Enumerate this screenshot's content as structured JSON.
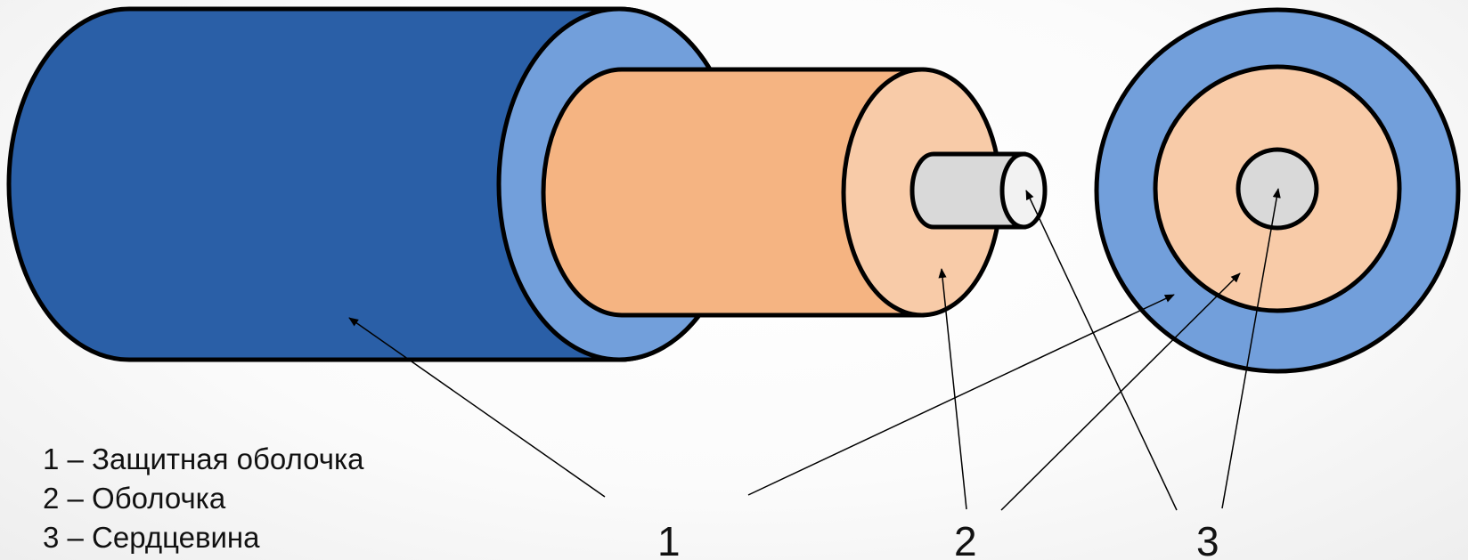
{
  "legend": [
    {
      "number": "1",
      "text": "1 – Защитная оболочка"
    },
    {
      "number": "2",
      "text": "2 – Оболочка"
    },
    {
      "number": "3",
      "text": "3 – Сердцевина"
    }
  ],
  "callouts": {
    "label_1": "1",
    "label_2": "2",
    "label_3": "3"
  },
  "colors": {
    "jacket_outer": "#2a5fa7",
    "jacket_face": "#729fdb",
    "cladding_side": "#f5b482",
    "cladding_face": "#f8cba8",
    "core_side": "#d9d9d9",
    "core_face": "#f2f2f2",
    "outline": "#000000",
    "cross_jacket": "#729fdb",
    "cross_cladding": "#f8cba8",
    "cross_core": "#d9d9d9"
  }
}
